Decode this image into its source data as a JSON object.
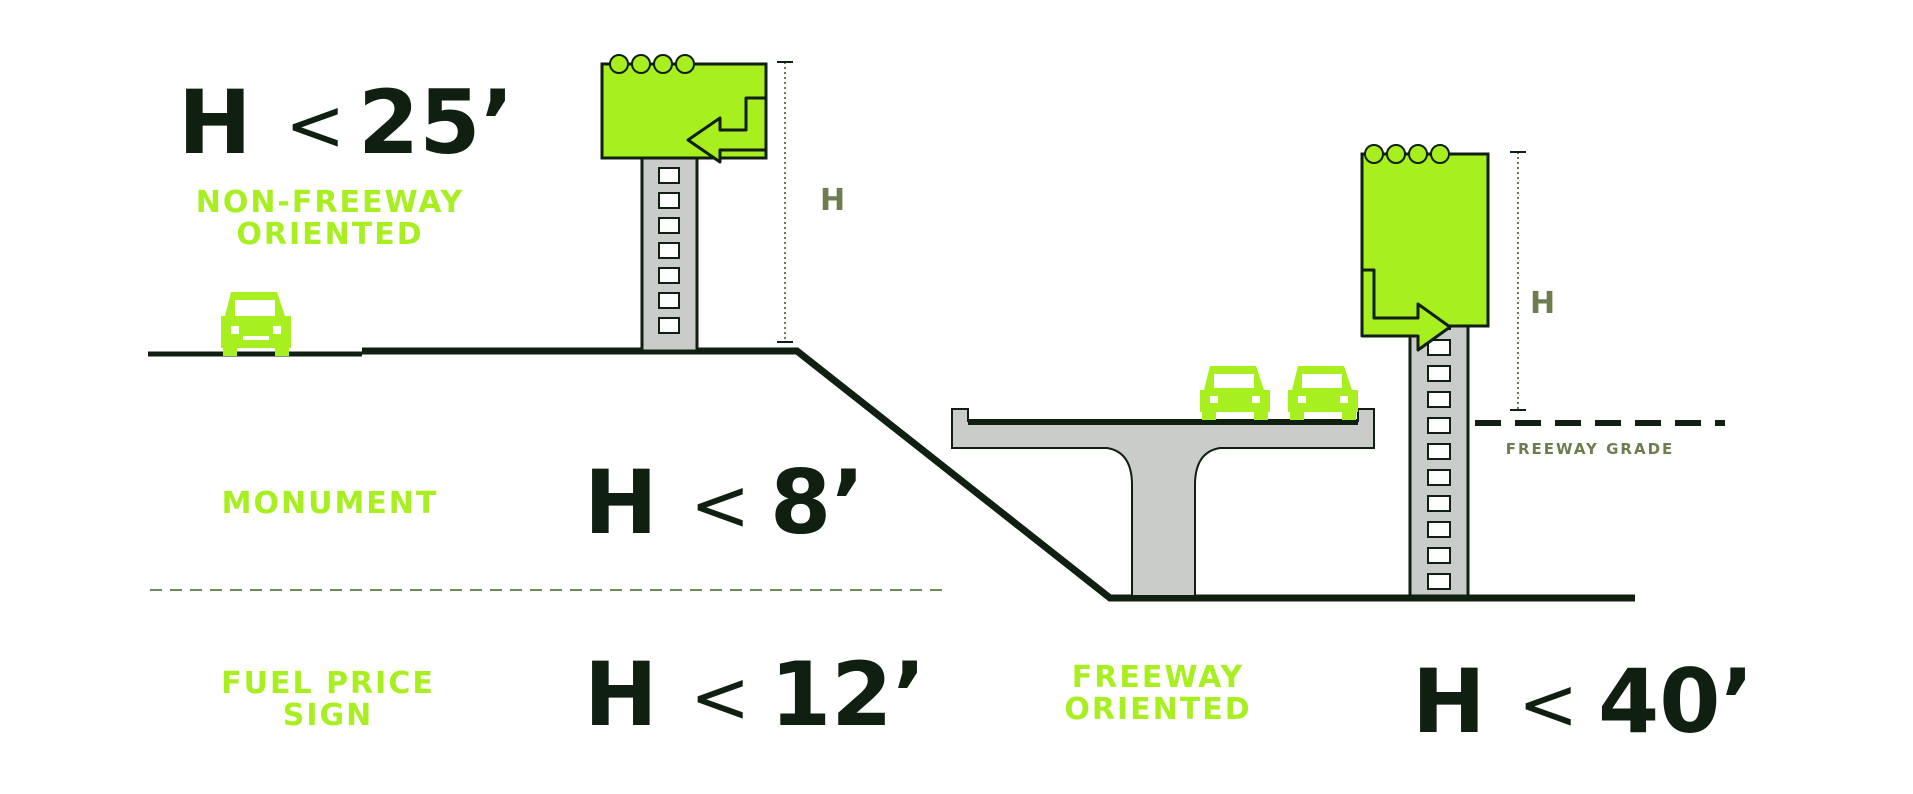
{
  "colors": {
    "accent": "#a8ef20",
    "dark": "#0f1f10",
    "pole": "#c9ccc9",
    "muted": "#6d7d50"
  },
  "icons": [
    "car-icon",
    "billboard-sign",
    "arrow-icon"
  ],
  "rules": {
    "non_freeway": {
      "h": "H",
      "lt": "<",
      "value": "25’",
      "label_line1": "NON-FREEWAY",
      "label_line2": "ORIENTED"
    },
    "monument": {
      "h": "H",
      "lt": "<",
      "value": "8’",
      "label": "MONUMENT"
    },
    "fuel_price": {
      "h": "H",
      "lt": "<",
      "value": "12’",
      "label_line1": "FUEL PRICE",
      "label_line2": "SIGN"
    },
    "freeway": {
      "h": "H",
      "lt": "<",
      "value": "40’",
      "label_line1": "FREEWAY",
      "label_line2": "ORIENTED"
    }
  },
  "dimension_labels": {
    "left_height": "H",
    "right_height": "H"
  },
  "freeway_grade": "FREEWAY GRADE"
}
